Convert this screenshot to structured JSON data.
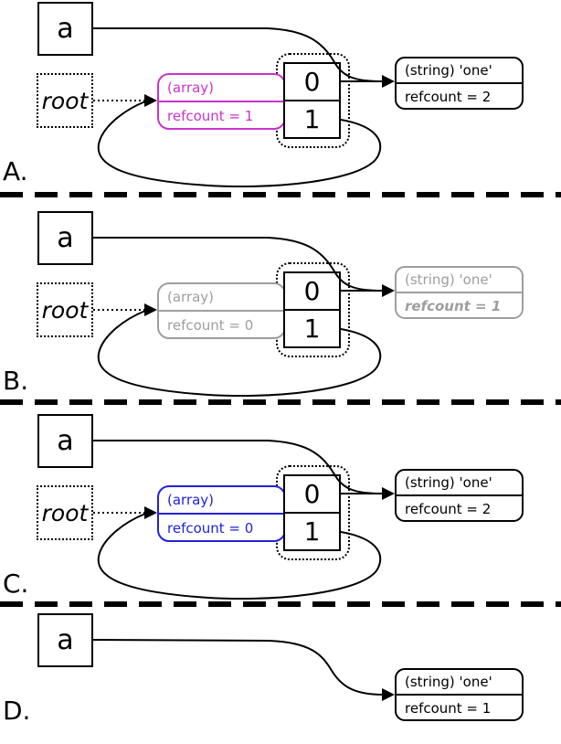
{
  "colors": {
    "possible_root_magenta": "#cc33cc",
    "marked_gray": "#9e9e9e",
    "scanned_blue": "#2222dd",
    "default_black": "#000000"
  },
  "panels": [
    {
      "label": "A.",
      "var_name": "a",
      "root_name": "root",
      "array": {
        "type": "(array)",
        "refcount": "refcount = 1",
        "color": "#cc33cc"
      },
      "cells": [
        "0",
        "1"
      ],
      "string": {
        "type": "(string) 'one'",
        "refcount": "refcount = 2",
        "color": "#000000"
      }
    },
    {
      "label": "B.",
      "var_name": "a",
      "root_name": "root",
      "array": {
        "type": "(array)",
        "refcount": "refcount = 0",
        "color": "#9e9e9e"
      },
      "cells": [
        "0",
        "1"
      ],
      "string": {
        "type": "(string) 'one'",
        "refcount": "refcount = 1",
        "color": "#9e9e9e"
      }
    },
    {
      "label": "C.",
      "var_name": "a",
      "root_name": "root",
      "array": {
        "type": "(array)",
        "refcount": "refcount = 0",
        "color": "#2222dd"
      },
      "cells": [
        "0",
        "1"
      ],
      "string": {
        "type": "(string) 'one'",
        "refcount": "refcount = 2",
        "color": "#000000"
      }
    },
    {
      "label": "D.",
      "var_name": "a",
      "string": {
        "type": "(string) 'one'",
        "refcount": "refcount = 1",
        "color": "#000000"
      }
    }
  ]
}
